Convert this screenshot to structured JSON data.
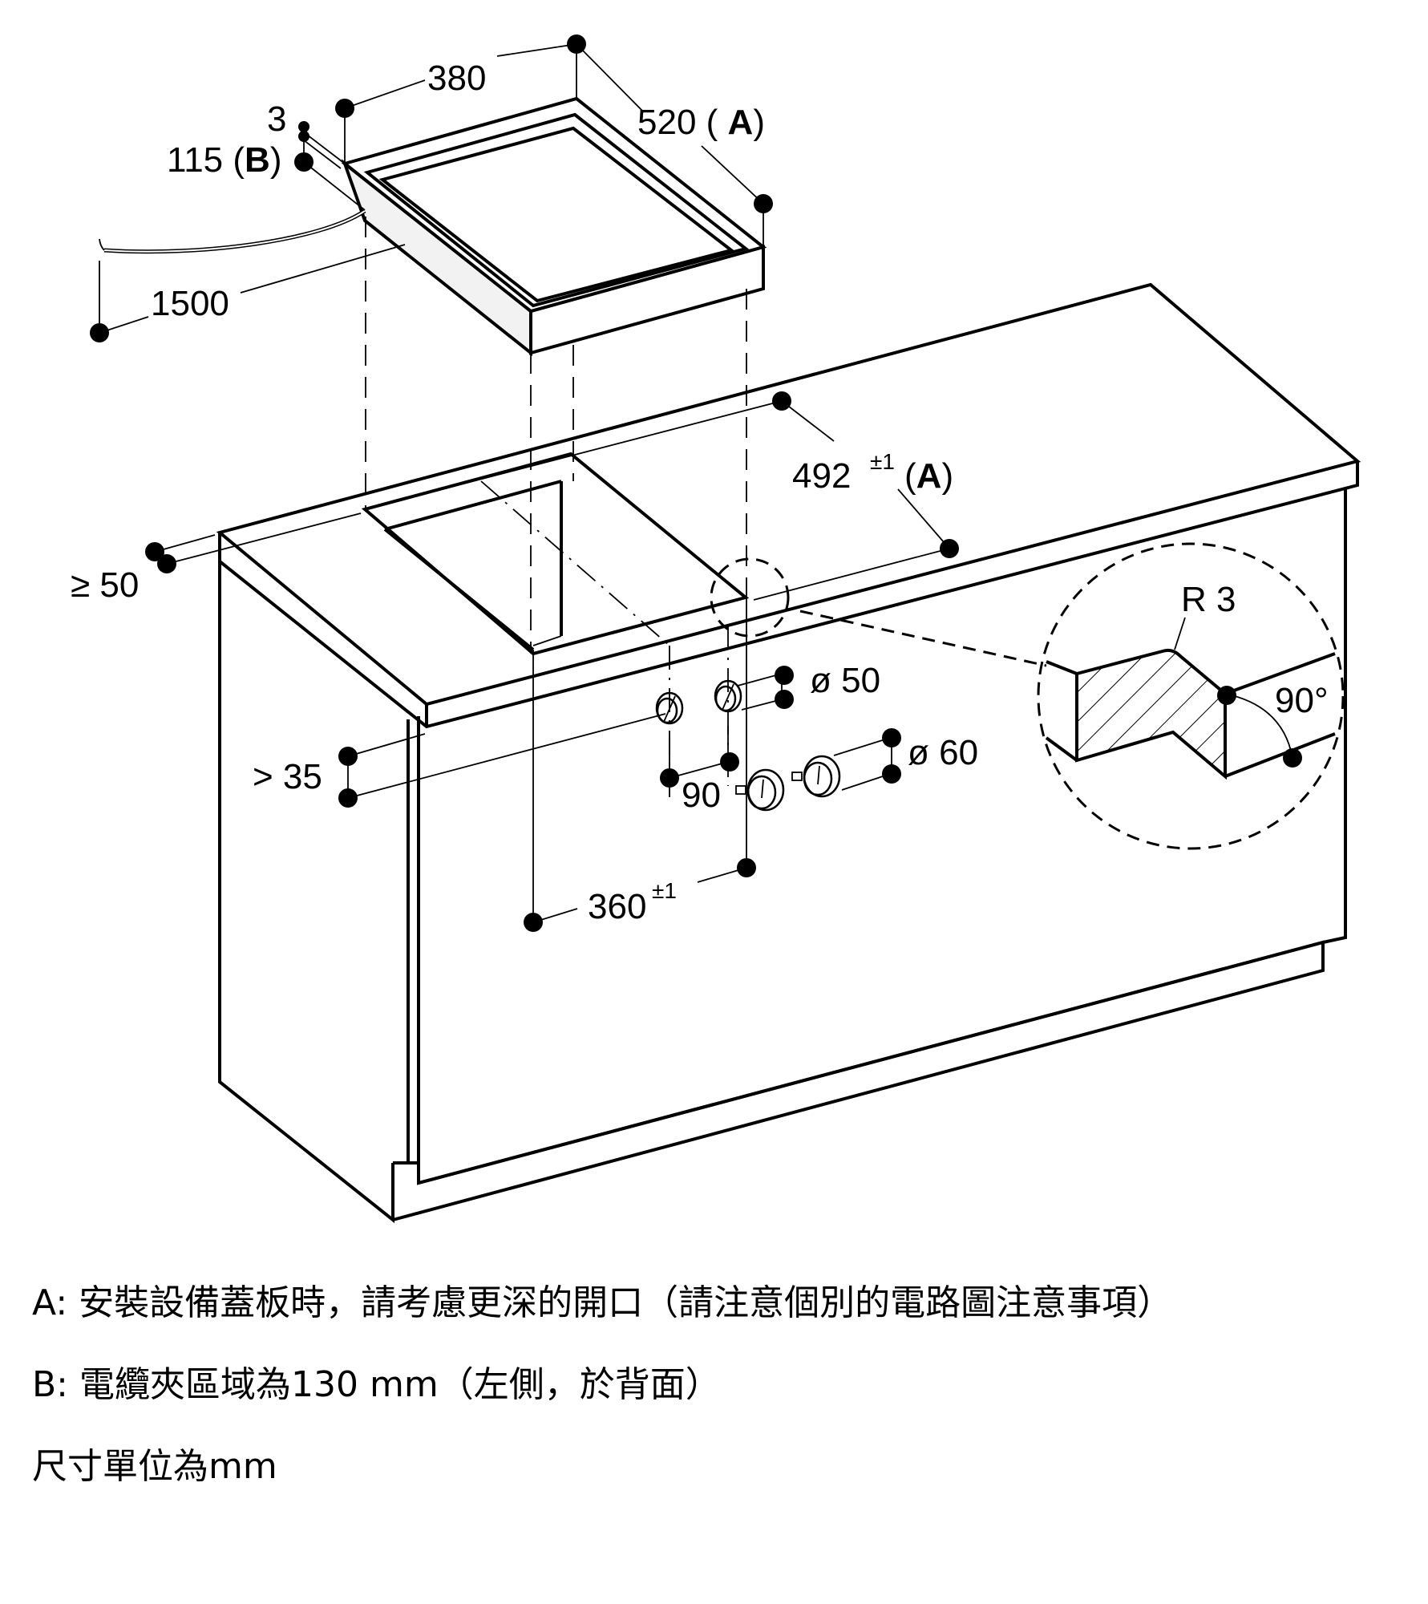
{
  "drawing": {
    "title": "Hob installation dimensions",
    "hob_dimensions": {
      "width": "380",
      "depth": "520",
      "depth_note": "A",
      "frame": "3",
      "height": "115",
      "height_note": "B",
      "cable_length": "1500"
    },
    "cutout_dimensions": {
      "depth": "492",
      "depth_tolerance": "±1",
      "depth_note": "A",
      "edge_distance": "≥ 50",
      "width": "360",
      "width_tolerance": "±1"
    },
    "ventilation": {
      "front_clearance": "> 35",
      "hole_small_diameter": "ø 50",
      "hole_large_diameter": "ø 60",
      "hole_spacing": "90"
    },
    "detail": {
      "radius": "R 3",
      "angle": "90°"
    }
  },
  "notes": [
    {
      "key": "A:",
      "text": "安裝設備蓋板時，請考慮更深的開口（請注意個別的電路圖注意事項）"
    },
    {
      "key": "B:",
      "text": "電纜夾區域為130 mm（左側，於背面）"
    },
    {
      "key": "",
      "text": "尺寸單位為mm"
    }
  ],
  "colors": {
    "ink": "#000000",
    "background": "#ffffff",
    "hob_side": "#f2f2f2"
  }
}
